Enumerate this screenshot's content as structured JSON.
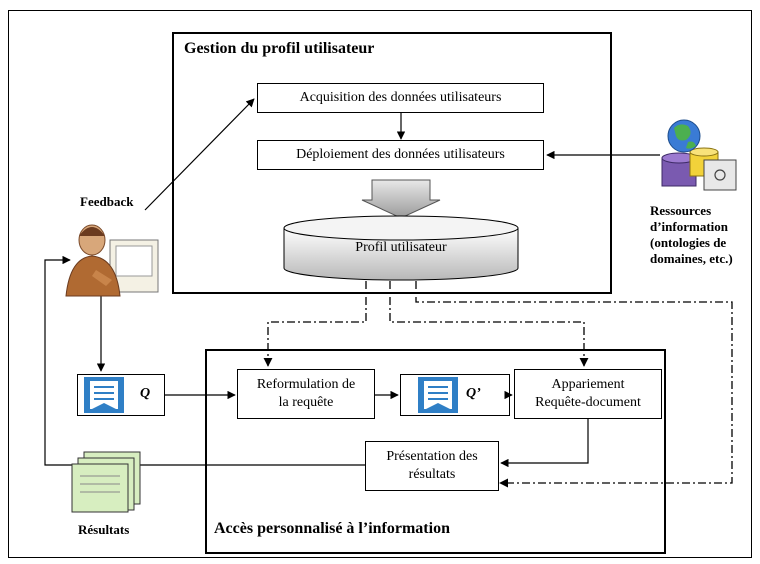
{
  "profile_panel": {
    "title": "Gestion du profil utilisateur",
    "acquisition": "Acquisition des données utilisateurs",
    "deploiement": "Déploiement des données utilisateurs",
    "profil": "Profil utilisateur"
  },
  "access_panel": {
    "title": "Accès personnalisé à l’information",
    "reformulation_line1": "Reformulation de",
    "reformulation_line2": "la requête",
    "appariement_line1": "Appariement",
    "appariement_line2": "Requête-document",
    "presentation_line1": "Présentation des",
    "presentation_line2": "résultats",
    "q_prime": "Q’"
  },
  "outside": {
    "feedback": "Feedback",
    "q": "Q",
    "resultats": "Résultats",
    "resources_line1": "Ressources",
    "resources_line2": "d’information",
    "resources_line3": "(ontologies de",
    "resources_line4": "domaines, etc.)"
  },
  "colors": {
    "cylinder_top": "#ffffff",
    "cylinder_bottom": "#b8b8b8",
    "results_fill": "#d7eec0",
    "doc_blue": "#2f7fc6"
  }
}
